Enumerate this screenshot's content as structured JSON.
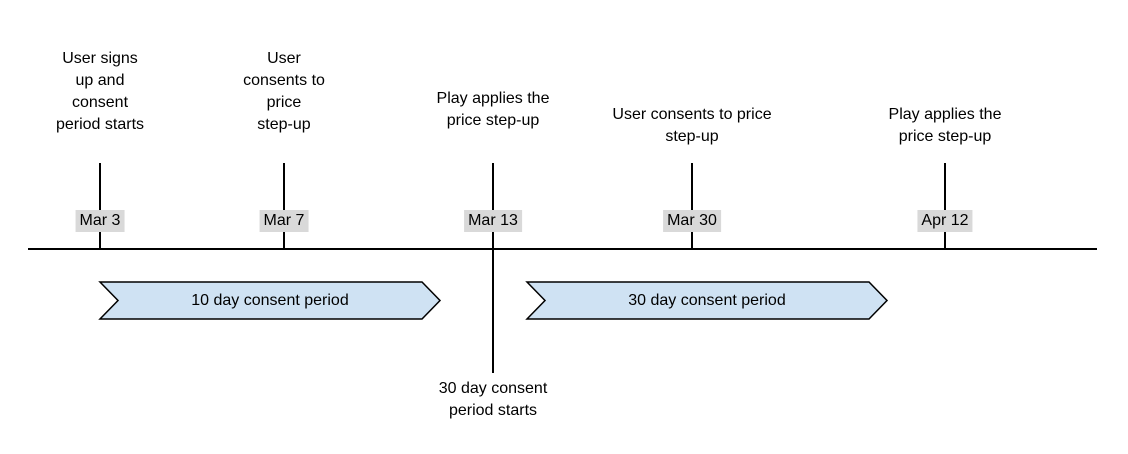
{
  "colors": {
    "background": "#ffffff",
    "line": "#000000",
    "text": "#000000",
    "date_badge_bg": "#d9d9d9",
    "banner_fill": "#cfe2f3",
    "banner_border": "#000000"
  },
  "events": [
    {
      "date": "Mar 3",
      "label": "User signs\nup and\nconsent\nperiod starts"
    },
    {
      "date": "Mar 7",
      "label": "User\nconsents to\nprice\nstep-up"
    },
    {
      "date": "Mar 13",
      "label": "Play applies the\nprice step-up",
      "below_label": "30 day consent\nperiod starts"
    },
    {
      "date": "Mar 30",
      "label": "User consents to price\nstep-up"
    },
    {
      "date": "Apr 12",
      "label": "Play applies the\nprice step-up"
    }
  ],
  "periods": [
    {
      "label": "10 day consent period",
      "start_date": "Mar 3",
      "end_date": "Mar 13"
    },
    {
      "label": "30 day consent period",
      "start_date": "Mar 13",
      "end_date": "Apr 12"
    }
  ]
}
